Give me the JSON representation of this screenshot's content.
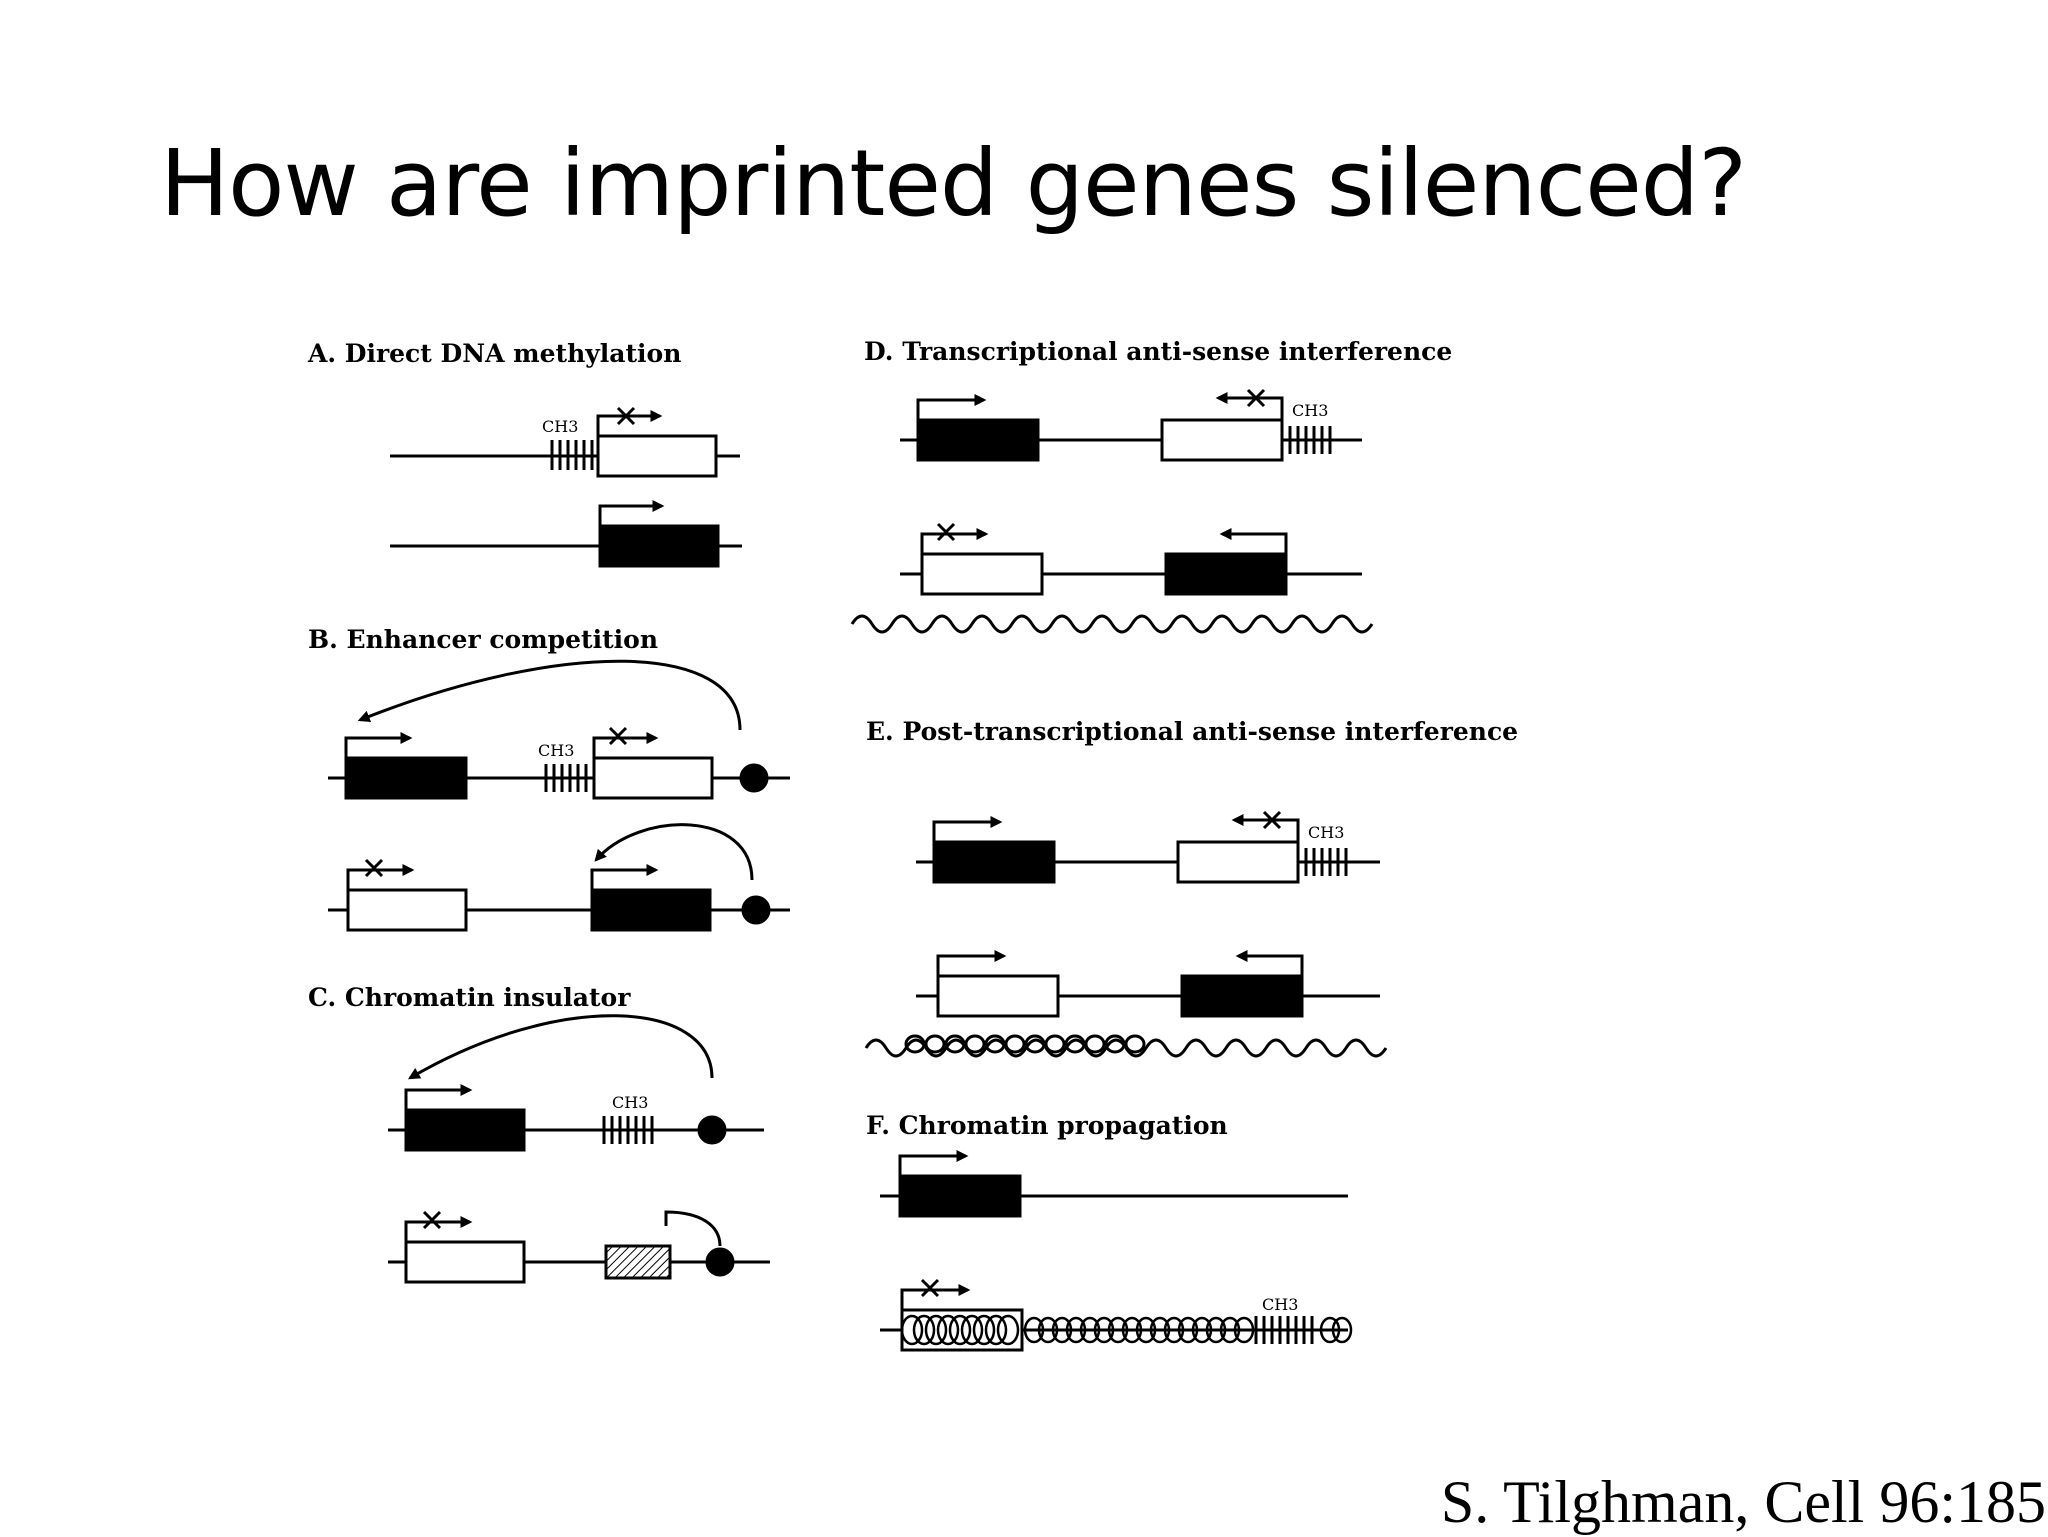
{
  "slide": {
    "title": "How are imprinted genes silenced?",
    "citation": "S. Tilghman, Cell 96:185"
  },
  "figure": {
    "methyl_label": "CH3",
    "panels": [
      {
        "id": "A",
        "label": "A. Direct DNA methylation"
      },
      {
        "id": "B",
        "label": "B. Enhancer competition"
      },
      {
        "id": "C",
        "label": "C. Chromatin insulator"
      },
      {
        "id": "D",
        "label": "D. Transcriptional anti-sense interference"
      },
      {
        "id": "E",
        "label": "E. Post-transcriptional anti-sense interference"
      },
      {
        "id": "F",
        "label": "F. Chromatin propagation"
      }
    ]
  },
  "colors": {
    "ink": "#000000",
    "background": "#ffffff"
  }
}
